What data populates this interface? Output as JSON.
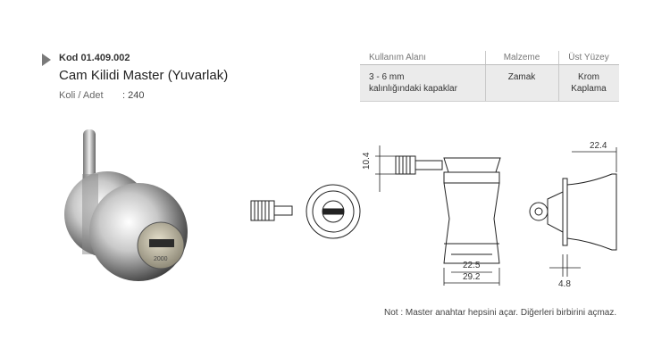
{
  "product": {
    "code": "Kod 01.409.002",
    "title": "Cam Kilidi Master (Yuvarlak)",
    "package_label": "Koli / Adet",
    "package_value": ": 240"
  },
  "spec_table": {
    "headers": [
      "Kullanım Alanı",
      "Malzeme",
      "Üst Yüzey"
    ],
    "usage_line1": "3 - 6 mm",
    "usage_line2": "kalınlığındaki kapaklar",
    "material": "Zamak",
    "finish_line1": "Krom",
    "finish_line2": "Kaplama"
  },
  "key_stamp": "2000",
  "dimensions": {
    "height": "10.4",
    "inner_width": "22.5",
    "outer_width": "29.2",
    "side_depth": "22.4",
    "side_offset": "4.8"
  },
  "note": "Not : Master anahtar hepsini açar. Diğerleri birbirini açmaz."
}
